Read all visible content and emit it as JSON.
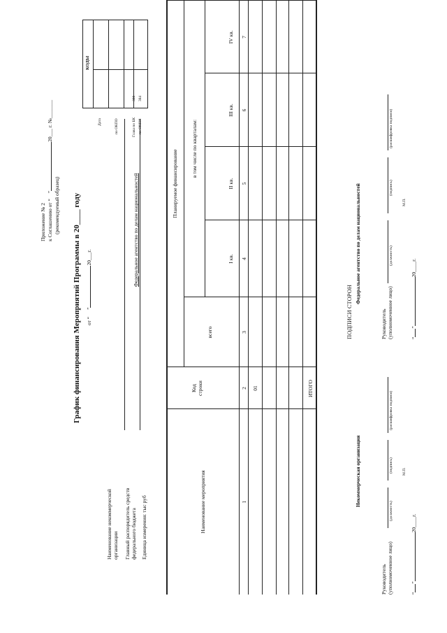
{
  "header": {
    "annex": "Приложение № 2",
    "agreement_prefix": "к Соглашению от “",
    "agreement_quote": "”",
    "agreement_year": "20___ г. №_______",
    "recommended": "(рекомендуемый образец)"
  },
  "title": "График финансирования Мероприятий Программы в 20____ году",
  "date_line": {
    "prefix": "от “",
    "quote": "”",
    "year": "20___г."
  },
  "left_labels": {
    "org_name_line1": "Наименование некоммерческой",
    "org_name_line2": "организации",
    "manager_line1": "Главный распорядитель средств",
    "manager_line2": "федерального бюджета",
    "manager_value": "Федеральное агентство по делам национальностей",
    "unit": "Единица измерения: тыс руб"
  },
  "codes": {
    "header": "КОДЫ",
    "date_label": "Дата",
    "okpo_label": "по ОКПО",
    "chapter_label": "Глава по БК",
    "chapter_value": "380",
    "okei_label": "по ОКЕИ",
    "okei_value": "384"
  },
  "table": {
    "col_name": "Наименование мероприятия",
    "col_code_line1": "Код",
    "col_code_line2": "строки",
    "col_planned": "Планируемое финансирование",
    "col_total": "всего",
    "col_quarters": "в том числе по кварталам:",
    "q1": "I кв.",
    "q2": "II кв.",
    "q3": "III кв.",
    "q4": "IV кв.",
    "num_1": "1",
    "num_2": "2",
    "num_3": "3",
    "num_4": "4",
    "num_5": "5",
    "num_6": "6",
    "num_7": "7",
    "row_code": "01",
    "total_label": "ИТОГО"
  },
  "signatures": {
    "heading": "ПОДПИСИ СТОРОН",
    "left_party": "Некоммерческая организация",
    "right_party": "Федеральное агентство по делам национальностей",
    "head_line1": "Руководитель",
    "head_line2": "(уполномоченное лицо)",
    "position_caption": "(должность)",
    "signature_caption": "(подпись)",
    "decode_caption": "(расшифровка подписи)",
    "stamp": "М.П.",
    "date_prefix": "“",
    "date_quote": "”",
    "date_year": "20____г."
  }
}
